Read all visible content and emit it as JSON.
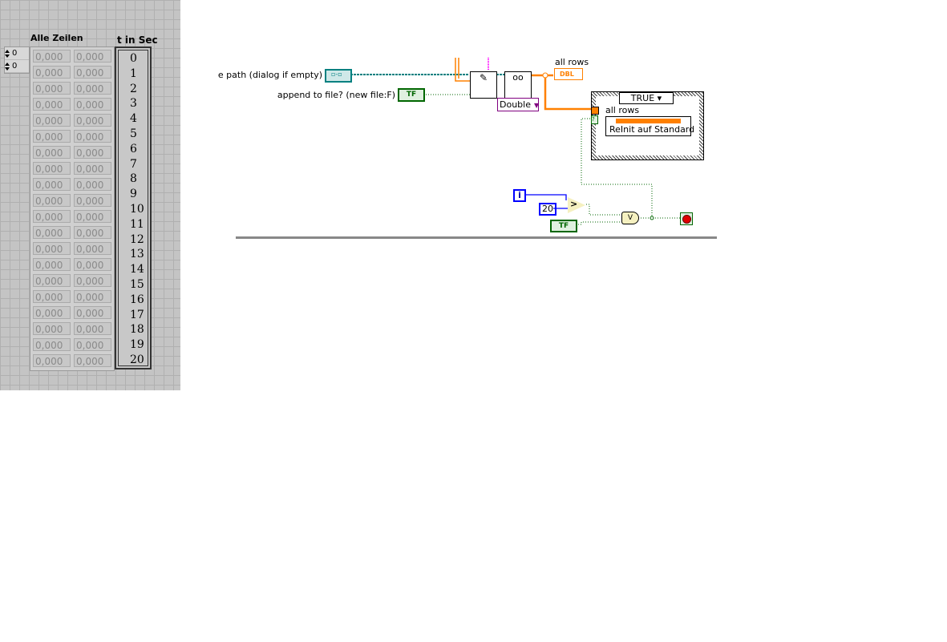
{
  "front_panel": {
    "table_label": "Alle Zeilen",
    "array_label": "t in Sec",
    "index_values": [
      "0",
      "0"
    ],
    "cell_value": "0,000",
    "row_count": 20,
    "t_values": [
      "0",
      "1",
      "2",
      "3",
      "4",
      "5",
      "6",
      "7",
      "8",
      "9",
      "10",
      "11",
      "12",
      "13",
      "14",
      "15",
      "16",
      "17",
      "18",
      "19",
      "20"
    ]
  },
  "diagram": {
    "file_path_label": "e path (dialog if empty)",
    "append_label": "append to file? (new file:F)",
    "append_const": "TF",
    "type_select": "Double",
    "all_rows_label": "all rows",
    "dbl_indicator": "DBL",
    "case_selector": "TRUE",
    "case_all_rows": "all rows",
    "reinit_label": "ReInit auf Standard",
    "iteration": "i",
    "const_20": "20",
    "bool_const": "TF",
    "question": "?",
    "colors": {
      "path": "#008080",
      "bool": "#006600",
      "num_int": "#0000ff",
      "dbl": "#ff8000",
      "enum": "#800080"
    }
  }
}
